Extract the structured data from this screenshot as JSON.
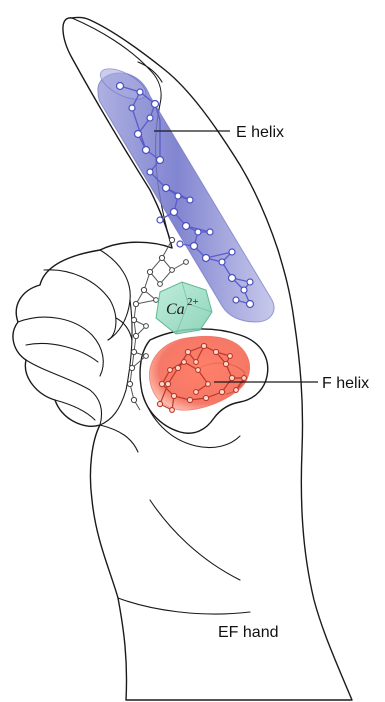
{
  "labels": {
    "e_helix": "E helix",
    "f_helix": "F helix",
    "ef_hand": "EF hand",
    "calcium_ion": "Ca",
    "calcium_charge": "2+"
  },
  "colors": {
    "e_helix": "#7b7fd0",
    "f_helix": "#f0604a",
    "calcium": "#8fd8bd",
    "outline": "#1a1a1a"
  }
}
